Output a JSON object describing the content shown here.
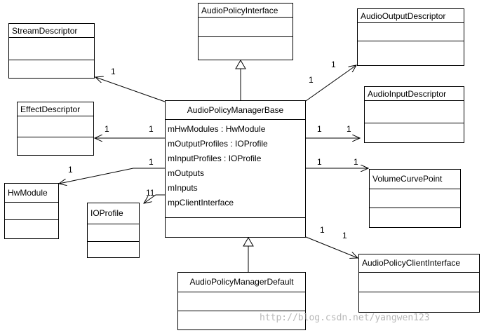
{
  "classes": {
    "policy_interface": {
      "name": "AudioPolicyInterface"
    },
    "output_descriptor": {
      "name": "AudioOutputDescriptor"
    },
    "stream_descriptor": {
      "name": "StreamDescriptor"
    },
    "input_descriptor": {
      "name": "AudioInputDescriptor"
    },
    "effect_descriptor": {
      "name": "EffectDescriptor"
    },
    "manager_base": {
      "name": "AudioPolicyManagerBase",
      "attributes": [
        "mHwModules : HwModule",
        "mOutputProfiles : IOProfile",
        "mInputProfiles : IOProfile",
        "mOutputs",
        "mInputs",
        "mpClientInterface"
      ]
    },
    "hw_module": {
      "name": "HwModule"
    },
    "io_profile": {
      "name": "IOProfile"
    },
    "volume_curve_point": {
      "name": "VolumeCurvePoint"
    },
    "client_interface": {
      "name": "AudioPolicyClientInterface"
    },
    "manager_default": {
      "name": "AudioPolicyManagerDefault"
    }
  },
  "multiplicities": {
    "stream_far": "1",
    "output_near": "1",
    "output_far": "1",
    "effect_far": "1",
    "effect_near": "1",
    "input_near": "1",
    "input_far": "1",
    "hw_near": "1",
    "hw_far": "1",
    "io_far": "11",
    "volume_near": "1",
    "volume_far": "1",
    "client_near": "1",
    "client_far": "1"
  },
  "watermark": "http://blog.csdn.net/yangwen123"
}
